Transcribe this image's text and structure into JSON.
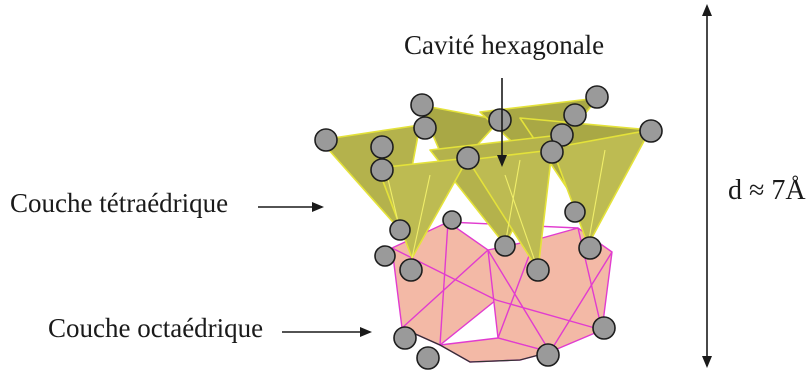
{
  "labels": {
    "cavity": "Cavité hexagonale",
    "tetrahedral_layer": "Couche tétraédrique",
    "octahedral_layer": "Couche octaédrique",
    "distance": "d ≈ 7Å"
  },
  "colors": {
    "tetrahedra_fill": "#bdbb52",
    "tetrahedra_edge": "#e4e23a",
    "octahedra_fill": "#f3b9a6",
    "octahedra_edge": "#e13ccf",
    "atoms": "#9a9a9a",
    "atom_outline": "#1e1e1e",
    "arrows": "#1a1a1a"
  }
}
